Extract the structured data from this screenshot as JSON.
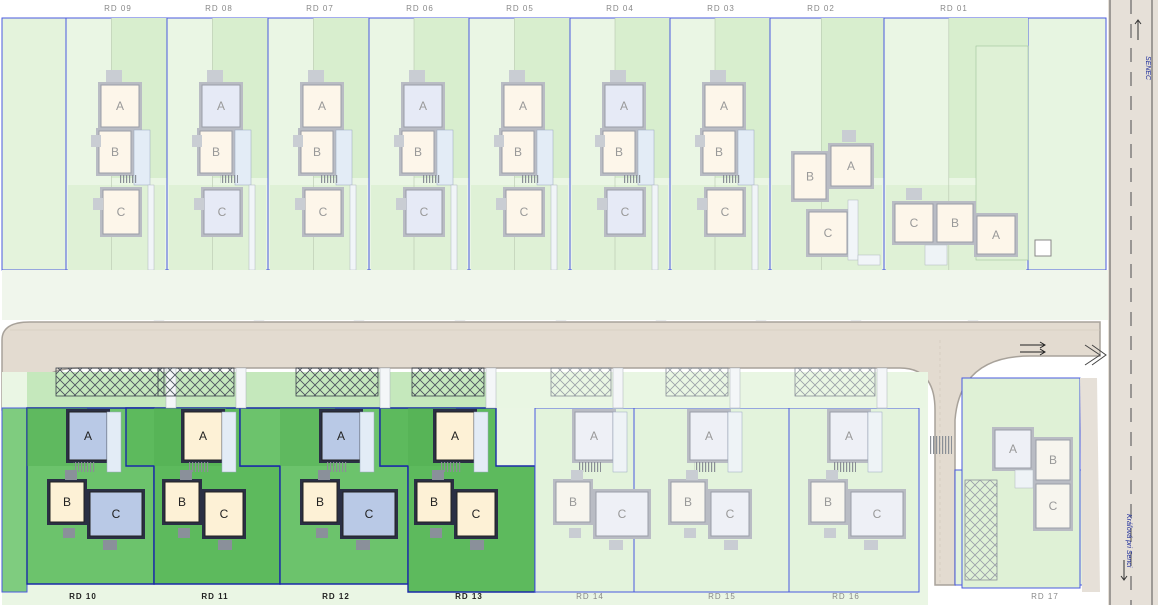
{
  "plan": {
    "top_lots": [
      {
        "label": "RD 09",
        "houses": [
          "A",
          "B",
          "C"
        ]
      },
      {
        "label": "RD 08",
        "houses": [
          "A",
          "B",
          "C"
        ]
      },
      {
        "label": "RD 07",
        "houses": [
          "A",
          "B",
          "C"
        ]
      },
      {
        "label": "RD 06",
        "houses": [
          "A",
          "B",
          "C"
        ]
      },
      {
        "label": "RD 05",
        "houses": [
          "A",
          "B",
          "C"
        ]
      },
      {
        "label": "RD 04",
        "houses": [
          "A",
          "B",
          "C"
        ]
      },
      {
        "label": "RD 03",
        "houses": [
          "A",
          "B",
          "C"
        ]
      },
      {
        "label": "RD 02",
        "houses": [
          "B",
          "A",
          "C"
        ]
      },
      {
        "label": "RD 01",
        "houses": [
          "C",
          "B",
          "A"
        ]
      }
    ],
    "bottom_lots": [
      {
        "label": "RD 10",
        "houses": [
          "A",
          "B",
          "C"
        ],
        "highlighted": true
      },
      {
        "label": "RD 11",
        "houses": [
          "A",
          "B",
          "C"
        ],
        "highlighted": true
      },
      {
        "label": "RD 12",
        "houses": [
          "A",
          "B",
          "C"
        ],
        "highlighted": true
      },
      {
        "label": "RD 13",
        "houses": [
          "A",
          "B",
          "C"
        ],
        "highlighted": true
      },
      {
        "label": "RD 14",
        "houses": [
          "A",
          "B",
          "C"
        ],
        "highlighted": false
      },
      {
        "label": "RD 15",
        "houses": [
          "A",
          "B",
          "C"
        ],
        "highlighted": false
      },
      {
        "label": "RD 16",
        "houses": [
          "A",
          "B",
          "C"
        ],
        "highlighted": false
      },
      {
        "label": "RD 17",
        "houses": [
          "A",
          "B",
          "C"
        ],
        "highlighted": false
      }
    ],
    "road_labels": {
      "north": "SENEC",
      "south": "Kráľová pri Senci"
    },
    "colors": {
      "lot_line": "#4a5adf",
      "lot_fill_light": "#e8f6e2",
      "lot_fill_mid": "#d3edc8",
      "lot_fill_highlight": "#6cc36c",
      "road": "#e3dbd0",
      "road_edge": "#a8a29a"
    }
  }
}
